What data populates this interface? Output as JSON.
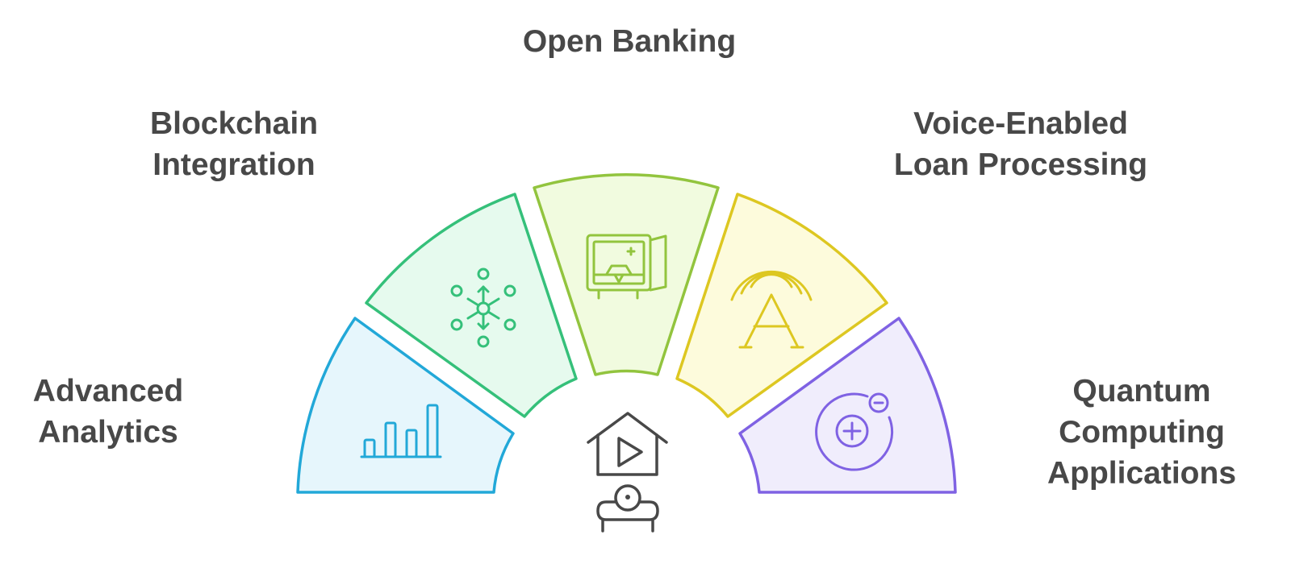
{
  "segments": [
    {
      "id": "advanced-analytics",
      "lines": [
        "Advanced",
        "Analytics"
      ],
      "icon": "bar-chart-icon",
      "stroke": "#22A8D8",
      "fill": "#E6F6FC"
    },
    {
      "id": "blockchain-integration",
      "lines": [
        "Blockchain",
        "Integration"
      ],
      "icon": "network-nodes-icon",
      "stroke": "#35C07A",
      "fill": "#E6FAEE"
    },
    {
      "id": "open-banking",
      "lines": [
        "Open Banking"
      ],
      "icon": "vault-icon",
      "stroke": "#92C43E",
      "fill": "#F1FBDF"
    },
    {
      "id": "voice-enabled-loan-processing",
      "lines": [
        "Voice-Enabled",
        "Loan Processing"
      ],
      "icon": "voice-broadcast-icon",
      "stroke": "#DDC721",
      "fill": "#FDFBDC"
    },
    {
      "id": "quantum-computing-applications",
      "lines": [
        "Quantum",
        "Computing",
        "Applications"
      ],
      "icon": "quantum-plus-minus-icon",
      "stroke": "#7F62E3",
      "fill": "#F0EDFC"
    }
  ],
  "center_icon": "home-media-person-icon",
  "center_stroke": "#484848"
}
